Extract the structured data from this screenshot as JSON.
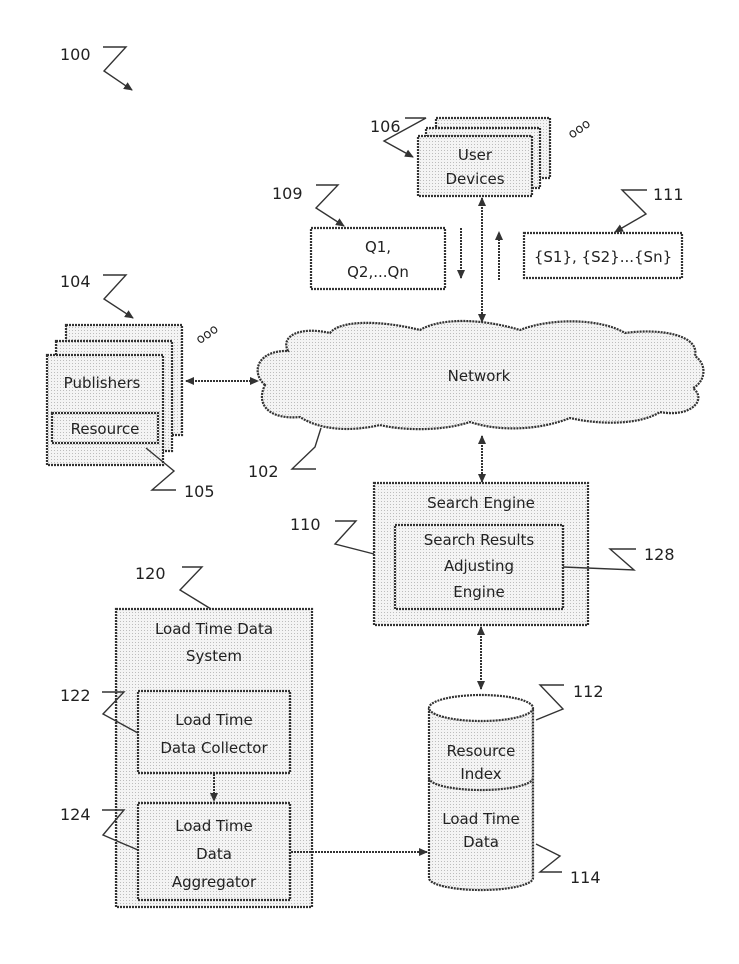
{
  "figure": {
    "ref_system": "100",
    "network": {
      "ref": "102",
      "label": "Network"
    },
    "publishers": {
      "ref": "104",
      "label": "Publishers",
      "resource_ref": "105",
      "resource_label": "Resource"
    },
    "user_devices": {
      "ref": "106",
      "label_line1": "User",
      "label_line2": "Devices"
    },
    "queries": {
      "ref": "109",
      "line1": "Q1,",
      "line2": "Q2,...Qn"
    },
    "search_results": {
      "ref": "111",
      "label": "{S1}, {S2}...{Sn}"
    },
    "search_engine": {
      "ref": "110",
      "label": "Search Engine",
      "sub_ref": "128",
      "sub_line1": "Search Results",
      "sub_line2": "Adjusting",
      "sub_line3": "Engine"
    },
    "load_time_system": {
      "ref": "120",
      "line1": "Load Time Data",
      "line2": "System"
    },
    "collector": {
      "ref": "122",
      "line1": "Load Time",
      "line2": "Data Collector"
    },
    "aggregator": {
      "ref": "124",
      "line1": "Load Time",
      "line2": "Data",
      "line3": "Aggregator"
    },
    "database": {
      "ref_index": "112",
      "index_line1": "Resource",
      "index_line2": "Index",
      "ref_load": "114",
      "load_line1": "Load Time",
      "load_line2": "Data"
    },
    "ellipsis_glyph": "ooo"
  }
}
